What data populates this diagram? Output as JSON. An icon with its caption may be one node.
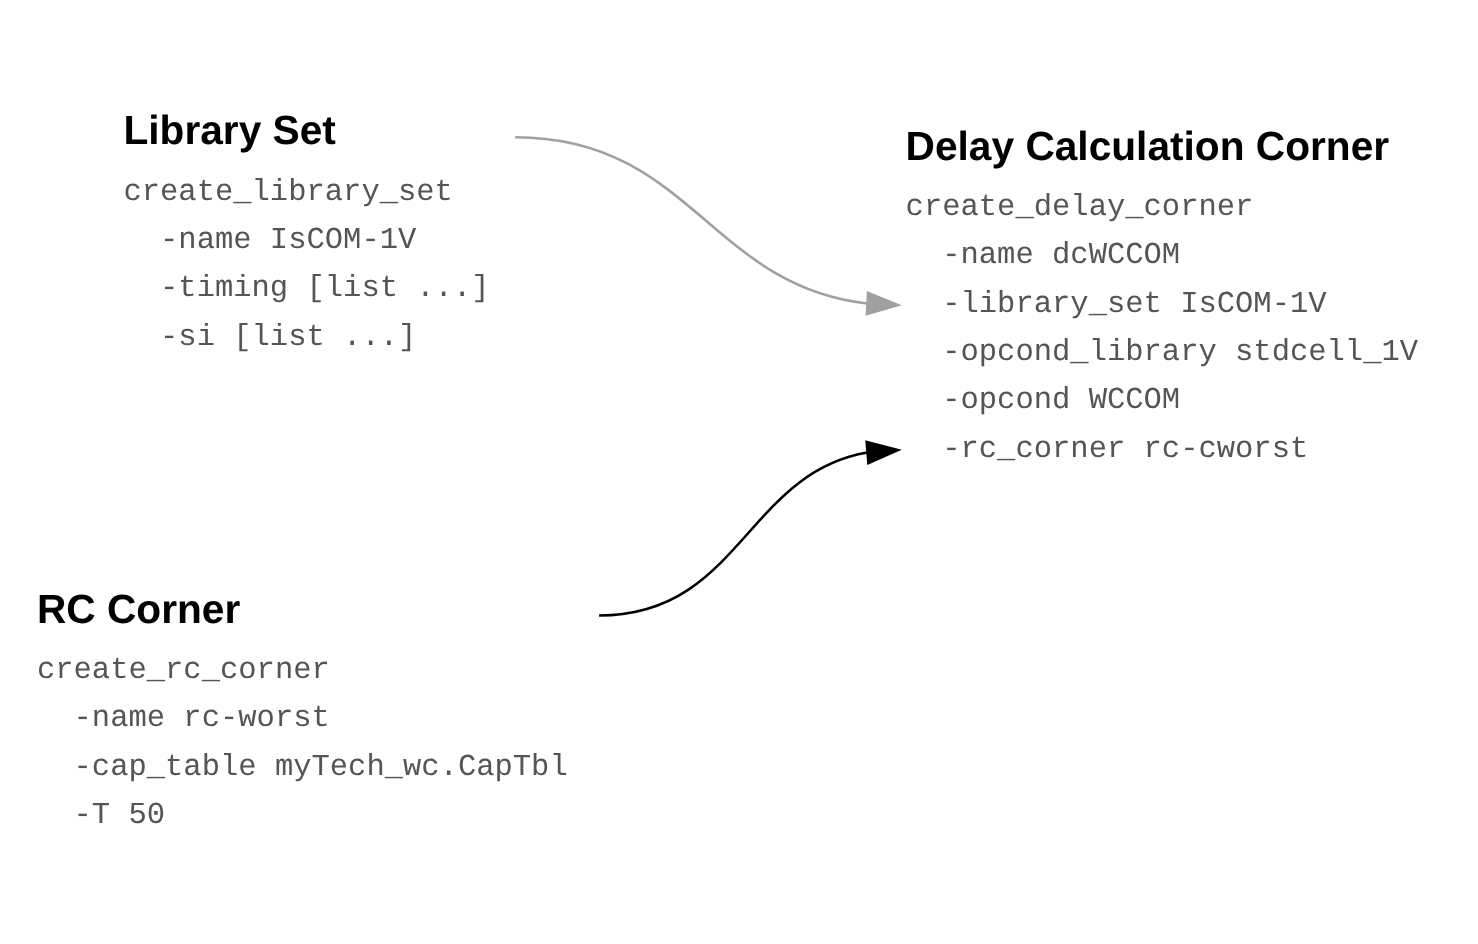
{
  "diagram": {
    "nodes": [
      {
        "text": [
          "Library Set",
          "create_library_set",
          "-name IsCOM-1V",
          "-timing [list ...]",
          "-si [list ...]"
        ]
      },
      {
        "text": [
          "Delay Calculation Corner",
          "create_delay_corner",
          "-name dcWCCOM",
          "-library_set IsCOM-1V",
          "-opcond_library stdcell_1V",
          "-opcond WCCOM",
          "-rc_corner rc-cworst"
        ]
      },
      {
        "text": [
          "RC Corner",
          "create_rc_corner",
          "-name rc-worst",
          "-cap_table myTech_wc.CapTbl",
          "-T 50"
        ]
      }
    ],
    "edges": [
      {
        "from": 0,
        "to": 1,
        "arrow": "to",
        "color": "#a0a0a0"
      },
      {
        "from": 2,
        "to": 1,
        "arrow": "to",
        "color": "#000000"
      }
    ]
  }
}
